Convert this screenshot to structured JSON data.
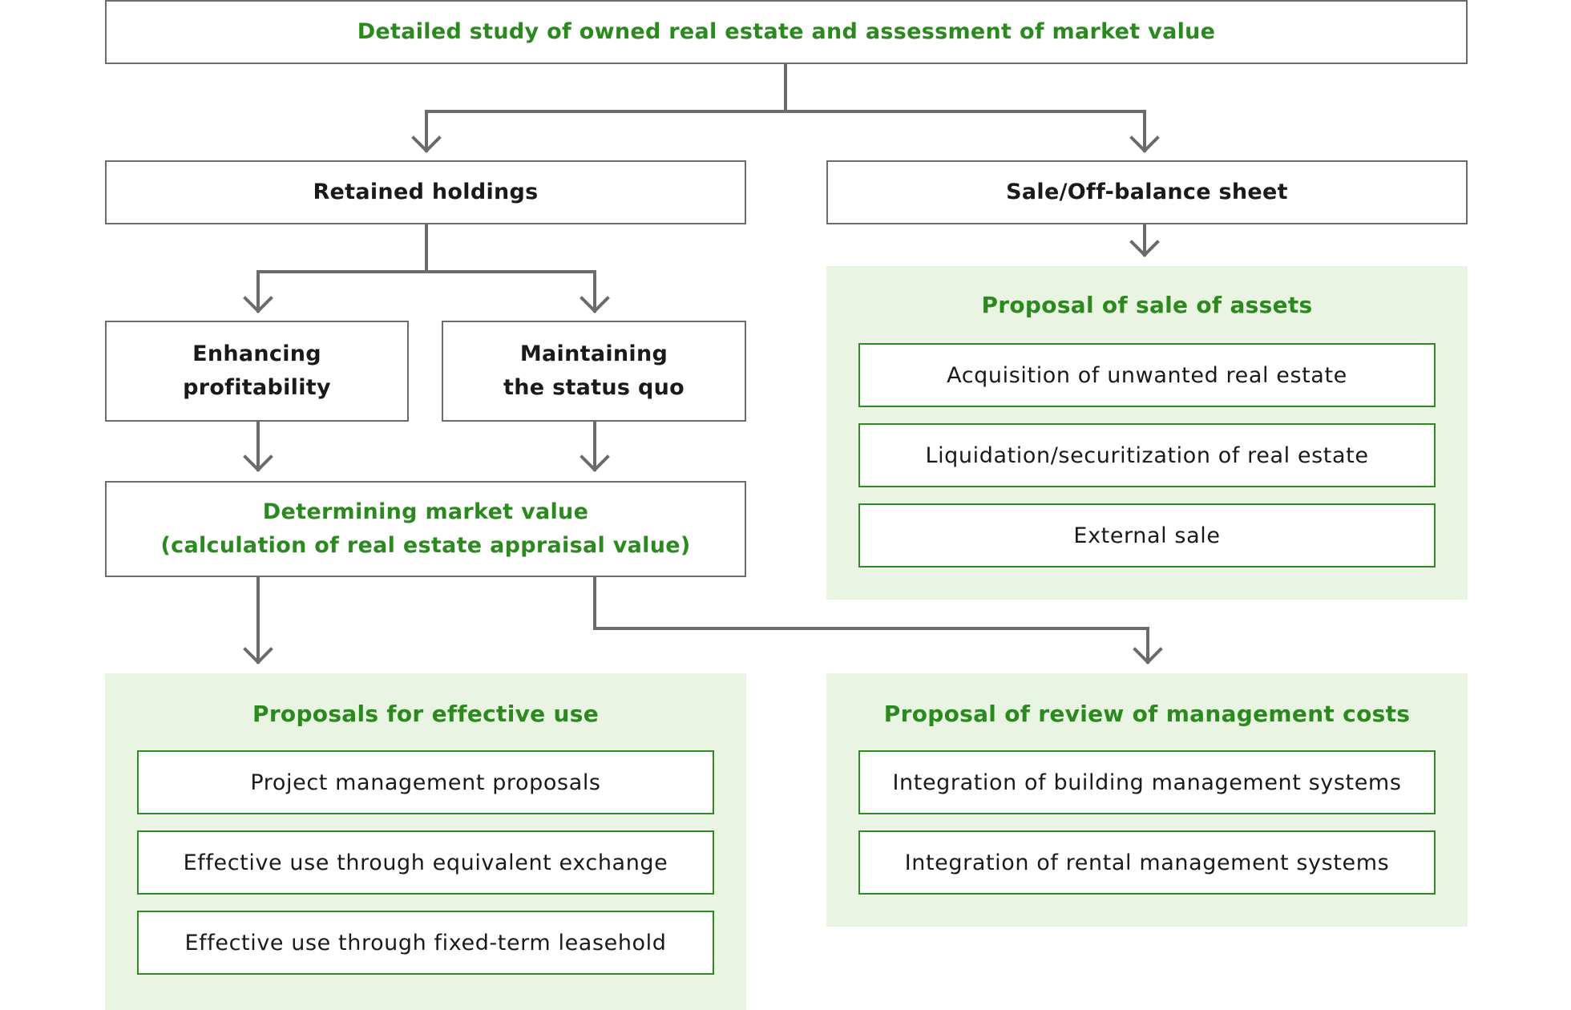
{
  "colors": {
    "accent_green": "#2a8a1e",
    "panel_fill": "#e9f4e2",
    "connector_gray": "#6b6b6b",
    "item_border": "#2e8b22"
  },
  "top": {
    "title": "Detailed study of owned real estate and assessment of market value"
  },
  "retained": {
    "label": "Retained holdings",
    "enhancing": {
      "line1": "Enhancing",
      "line2": "profitability"
    },
    "maintaining": {
      "line1": "Maintaining",
      "line2": "the status quo"
    },
    "market_value": {
      "line1": "Determining market value",
      "line2": "(calculation of real estate appraisal value)"
    }
  },
  "sale": {
    "label": "Sale/Off-balance sheet"
  },
  "panels": {
    "sale_assets": {
      "title": "Proposal of sale of assets",
      "items": [
        "Acquisition of unwanted real estate",
        "Liquidation/securitization of real estate",
        "External sale"
      ]
    },
    "effective_use": {
      "title": "Proposals for effective use",
      "items": [
        "Project management proposals",
        "Effective use through equivalent exchange",
        "Effective use through fixed-term leasehold"
      ]
    },
    "management_costs": {
      "title": "Proposal of review of management costs",
      "items": [
        "Integration of building management systems",
        "Integration of rental management systems"
      ]
    }
  }
}
